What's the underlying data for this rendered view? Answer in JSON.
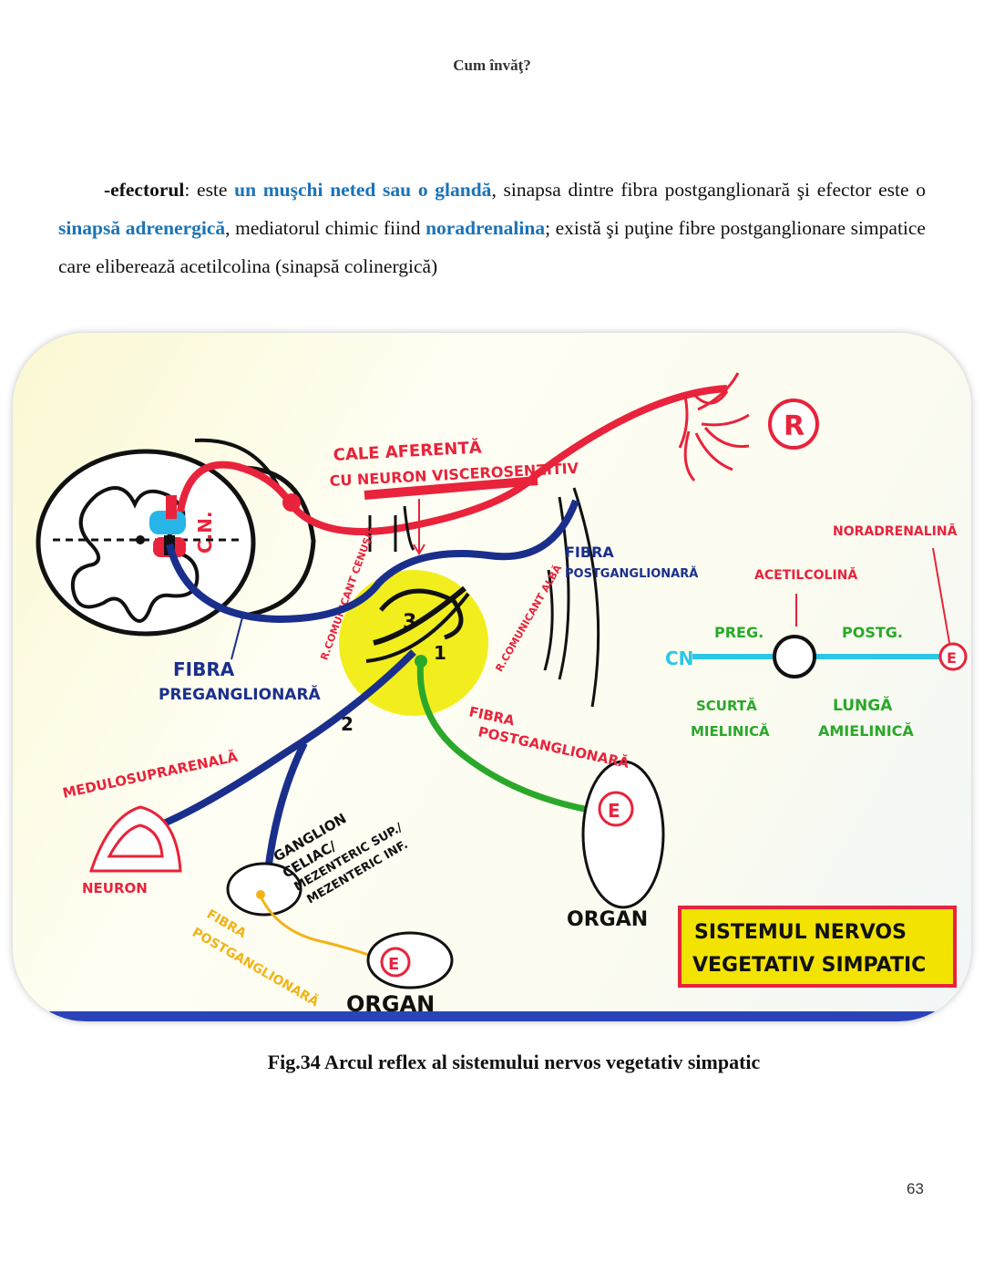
{
  "header": {
    "title": "Cum învăţ?"
  },
  "paragraph": {
    "term": "-efectorul",
    "t1": ": este ",
    "h1": "un muşchi neted sau o glandă",
    "t2": ", sinapsa dintre fibra postganglionară şi efector este o ",
    "h2": "sinapsă adrenergică",
    "t3": ", mediatorul chimic fiind ",
    "h3": "noradrenalina",
    "t4": "; există şi puţine fibre postganglionare simpatice care eliberează acetilcolina (sinapsă colinergică)"
  },
  "diagram": {
    "labels": {
      "afferent_1": "CALE AFERENTĂ",
      "afferent_2": "CU NEURON VISCEROSENZITIV",
      "receptor": "R",
      "cn": "C.N.",
      "fibra_post_1": "FIBRA",
      "fibra_post_2": "POSTGANGLIONARĂ",
      "fibra_pre_1": "FIBRA",
      "fibra_pre_2": "PREGANGLIONARĂ",
      "comm_grey": "R.COMUNICANT CENUŞIE",
      "comm_white": "R.COMUNICANT ALBĂ",
      "num_1": "1",
      "num_2": "2",
      "num_3": "3",
      "green_fibra_1": "FIBRA",
      "green_fibra_2": "POSTGANGLIONARĂ",
      "organ_right": "ORGAN",
      "effector": "E",
      "medulo": "MEDULOSUPRARENALĂ",
      "neuron": "NEURON",
      "ganglion_1": "GANGLION",
      "ganglion_2": "CELIAC/",
      "ganglion_3": "MEZENTERIC SUP./",
      "ganglion_4": "MEZENTERIC INF.",
      "yellow_fibra_1": "FIBRA",
      "yellow_fibra_2": "POSTGANGLIONARĂ",
      "organ_bottom": "ORGAN",
      "noradrenalina": "NORADRENALINĂ",
      "acetilcolina": "ACETILCOLINĂ",
      "cn_short": "CN",
      "preg": "PREG.",
      "postg": "POSTG.",
      "scurta": "SCURTĂ",
      "mielinica": "MIELINICĂ",
      "lunga": "LUNGĂ",
      "amielinica": "AMIELINICĂ",
      "title_1": "SISTEMUL  NERVOS",
      "title_2": "VEGETATIV  SIMPATIC"
    }
  },
  "caption": "Fig.34  Arcul reflex al sistemului nervos vegetativ simpatic",
  "page_number": "63",
  "colors": {
    "accent_text": "#1a73b8",
    "afferent": "#e8233b",
    "preganglionic": "#1a2f8c",
    "ganglion": "#f2ee1e",
    "green": "#2aa82a",
    "yellow_fiber": "#f2b316",
    "cyan": "#2cc6e6",
    "title_box": "#f3e300"
  }
}
